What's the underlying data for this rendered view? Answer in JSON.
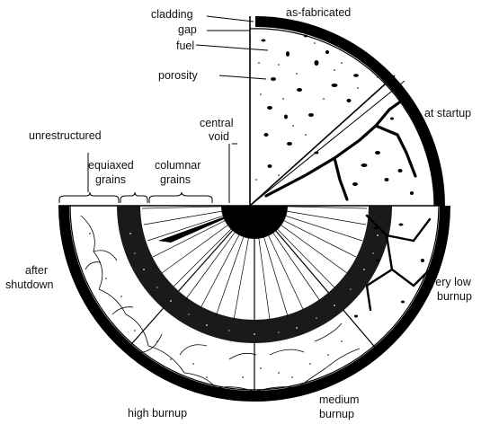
{
  "labels": {
    "cladding": "cladding",
    "gap": "gap",
    "fuel": "fuel",
    "porosity": "porosity",
    "central_void_1": "central",
    "central_void_2": "void",
    "as_fabricated": "as-fabricated",
    "at_startup": "at startup",
    "unrestructured": "unrestructured",
    "equiaxed_1": "equiaxed",
    "equiaxed_2": "grains",
    "columnar_1": "columnar",
    "columnar_2": "grains",
    "after_shutdown_1": "after",
    "after_shutdown_2": "shutdown",
    "very_low_burnup_1": "very low",
    "very_low_burnup_2": "burnup",
    "medium_burnup_1": "medium",
    "medium_burnup_2": "burnup",
    "high_burnup": "high burnup"
  }
}
